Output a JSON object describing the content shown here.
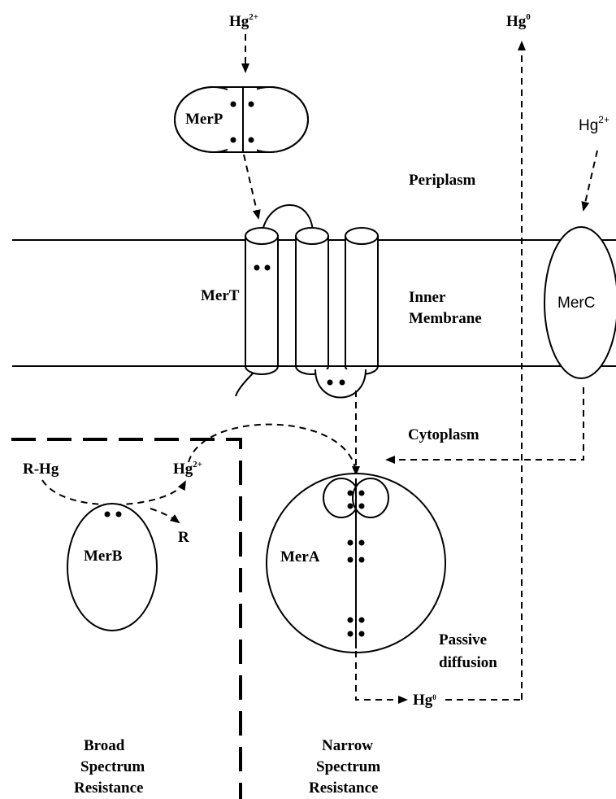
{
  "labels": {
    "hg2_top": "Hg",
    "hg2_top_sup": "2+",
    "hg0_top": "Hg",
    "hg0_top_sup": "0",
    "hg2_right": "Hg",
    "hg2_right_sup": "2+",
    "merp": "MerP",
    "periplasm": "Periplasm",
    "mert": "MerT",
    "inner_membrane_1": "Inner",
    "inner_membrane_2": "Membrane",
    "merc": "MerC",
    "cytoplasm": "Cytoplasm",
    "r_hg": "R-Hg",
    "hg2_merb": "Hg",
    "hg2_merb_sup": "2+",
    "r": "R",
    "merb": "MerB",
    "mera": "MerA",
    "passive_1": "Passive",
    "passive_2": "diffusion",
    "hg0_bottom": "Hg",
    "hg0_bottom_sup": "0",
    "broad_1": "Broad",
    "broad_2": "Spectrum",
    "broad_3": "Resistance",
    "narrow_1": "Narrow",
    "narrow_2": "Spectrum",
    "narrow_3": "Resistance"
  }
}
